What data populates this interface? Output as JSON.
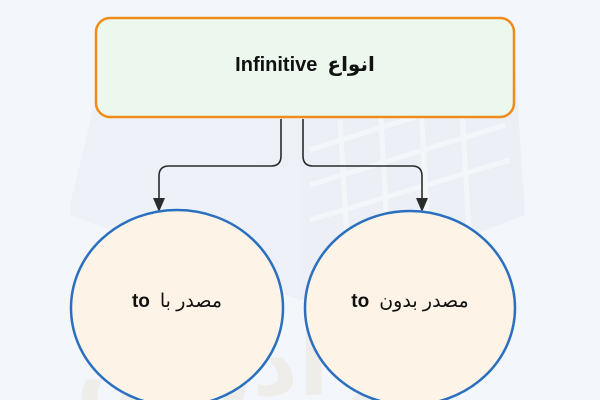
{
  "diagram": {
    "type": "tree",
    "root": {
      "label_fa": "انواع",
      "label_en": "Infinitive",
      "fill": "#ecf8ee",
      "border": "#f08c1a"
    },
    "children": [
      {
        "label_fa": "مصدر با",
        "label_en": "to",
        "fill": "#fdf3e6",
        "border": "#2a6fc0"
      },
      {
        "label_fa": "مصدر بدون",
        "label_en": "to",
        "fill": "#fdf3e6",
        "border": "#2a6fc0"
      }
    ],
    "connector_color": "#2b2b2b",
    "background": "#f3f6fa"
  }
}
